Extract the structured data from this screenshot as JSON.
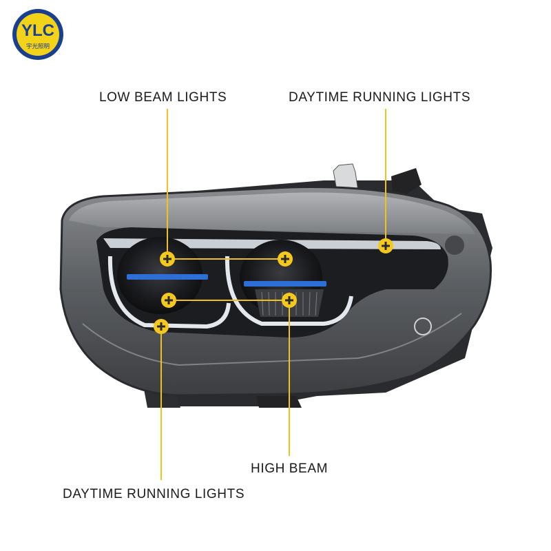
{
  "brand": {
    "logo_letters": "YLC",
    "logo_caption": "宇光照明",
    "logo_ring_color": "#1b3f8f",
    "logo_fill_color": "#f3d21a"
  },
  "callouts": {
    "low_beam": "LOW BEAM LIGHTS",
    "daytime_running_top": "DAYTIME RUNNING LIGHTS",
    "high_beam": "HIGH BEAM",
    "daytime_running_bottom": "DAYTIME RUNNING LIGHTS"
  },
  "colors": {
    "callout_line": "#f2c21c",
    "marker_fill": "#f5c81e",
    "marker_plus": "#2a2a2a",
    "accent_blue": "#2d6fd6"
  },
  "icons": {
    "marker": "plus-circle-icon"
  }
}
